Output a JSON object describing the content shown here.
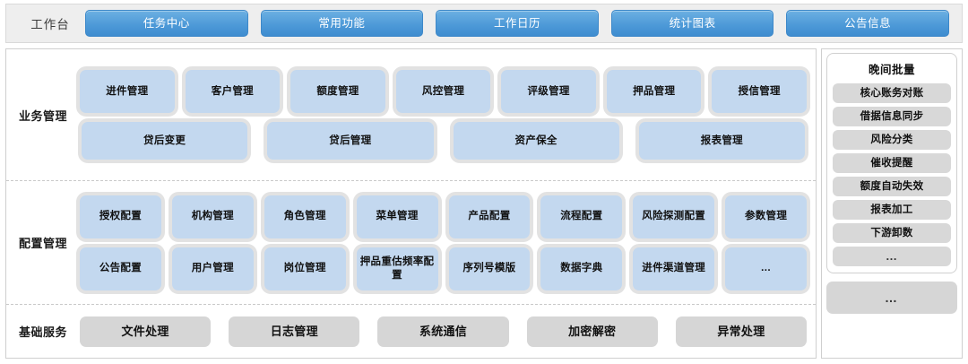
{
  "topbar": {
    "title": "工作台",
    "tabs": [
      {
        "label": "任务中心"
      },
      {
        "label": "常用功能"
      },
      {
        "label": "工作日历"
      },
      {
        "label": "统计图表"
      },
      {
        "label": "公告信息"
      }
    ]
  },
  "sections": {
    "business": {
      "label": "业务管理",
      "row1": [
        {
          "label": "进件管理"
        },
        {
          "label": "客户管理"
        },
        {
          "label": "额度管理"
        },
        {
          "label": "风控管理"
        },
        {
          "label": "评级管理"
        },
        {
          "label": "押品管理"
        },
        {
          "label": "授信管理"
        }
      ],
      "row2": [
        {
          "label": "贷后变更"
        },
        {
          "label": "贷后管理"
        },
        {
          "label": "资产保全"
        },
        {
          "label": "报表管理"
        }
      ]
    },
    "config": {
      "label": "配置管理",
      "row1": [
        {
          "label": "授权配置"
        },
        {
          "label": "机构管理"
        },
        {
          "label": "角色管理"
        },
        {
          "label": "菜单管理"
        },
        {
          "label": "产品配置"
        },
        {
          "label": "流程配置"
        },
        {
          "label": "风险探测配置"
        },
        {
          "label": "参数管理"
        }
      ],
      "row2": [
        {
          "label": "公告配置"
        },
        {
          "label": "用户管理"
        },
        {
          "label": "岗位管理"
        },
        {
          "label": "押品重估频率配置"
        },
        {
          "label": "序列号模版"
        },
        {
          "label": "数据字典"
        },
        {
          "label": "进件渠道管理"
        },
        {
          "label": "…"
        }
      ]
    },
    "basic": {
      "label": "基础服务",
      "items": [
        {
          "label": "文件处理"
        },
        {
          "label": "日志管理"
        },
        {
          "label": "系统通信"
        },
        {
          "label": "加密解密"
        },
        {
          "label": "异常处理"
        }
      ]
    }
  },
  "right_panel": {
    "batch": {
      "title": "晚间批量",
      "items": [
        {
          "label": "核心账务对账"
        },
        {
          "label": "借据信息同步"
        },
        {
          "label": "风险分类"
        },
        {
          "label": "催收提醒"
        },
        {
          "label": "额度自动失效"
        },
        {
          "label": "报表加工"
        },
        {
          "label": "下游卸数"
        },
        {
          "label": "…"
        }
      ]
    },
    "more": {
      "label": "…"
    }
  },
  "colors": {
    "tab_blue": "#4e9ad8",
    "card_blue": "#c3d8ef",
    "card_grey": "#d6d6d6",
    "topbar_bg": "#eeeeee",
    "frame_border": "#cfcfcf"
  }
}
